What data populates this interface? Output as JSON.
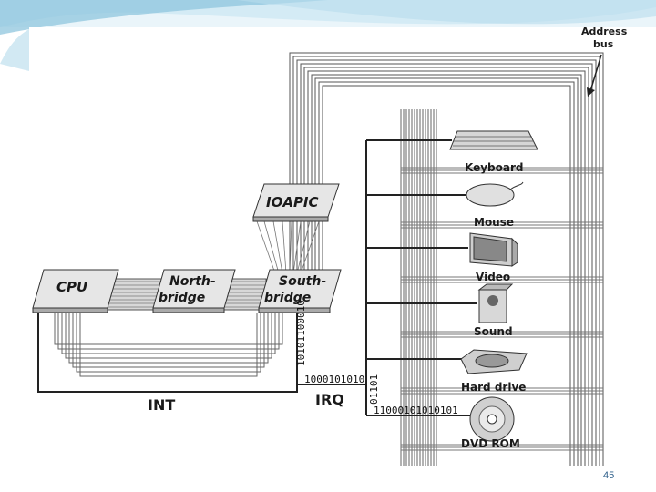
{
  "diagram": {
    "address_bus_label": [
      "Address",
      "bus"
    ],
    "chips": {
      "cpu": "CPU",
      "northbridge": [
        "North-",
        "bridge"
      ],
      "southbridge": [
        "South-",
        "bridge"
      ],
      "ioapic": "IOAPIC"
    },
    "devices": [
      "Keyboard",
      "Mouse",
      "Video",
      "Sound",
      "Hard drive",
      "DVD ROM"
    ],
    "int_label": "INT",
    "irq_label": "IRQ",
    "bit_streams": {
      "vertical": "10101100010",
      "horizontal": "1000101010",
      "lower": "11000101010101",
      "small": "01101"
    }
  },
  "footer": {
    "page_number": "45"
  },
  "colors": {
    "header_blue": "#8fc6de",
    "header_light": "#d4ebf5",
    "page_number": "#2e5f8a"
  }
}
